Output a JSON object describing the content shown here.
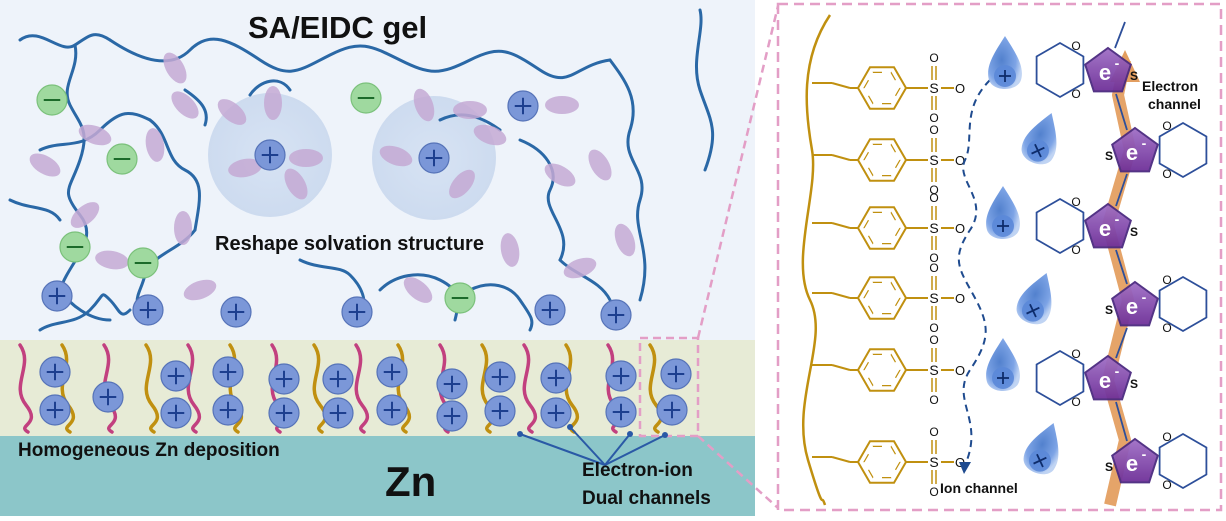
{
  "left_panel": {
    "title": "SA/EIDC gel",
    "solvation_label": "Reshape solvation structure",
    "deposition_label": "Homogeneous Zn deposition",
    "substrate_label": "Zn",
    "dual_channel_label_line1": "Electron-ion",
    "dual_channel_label_line2": "Dual channels"
  },
  "right_panel": {
    "electron_channel_line1": "Electron",
    "electron_channel_line2": "channel",
    "ion_channel_label": "Ion channel",
    "electron_symbol": "e",
    "electron_charge": "-",
    "sulfonate_s": "S",
    "sulfonate_o": "O",
    "thiophene_s": "S",
    "ring_o": "O"
  },
  "colors": {
    "gel_bg": "#eef3fa",
    "interface_band": "#e7ebd6",
    "zn_substrate": "#8cc6c9",
    "polymer_blue": "#2a68a6",
    "pink_chain": "#c2407f",
    "gold_chain": "#c09010",
    "cation": "#7b97d8",
    "anion": "#9fd99f",
    "solvent": "#c4a9d3",
    "dashed_frame": "#e39ec6",
    "pedot_purple": "#8e4cb5",
    "electron_arrow": "#e0944f"
  },
  "icons": [
    "cation-plus-icon",
    "anion-minus-icon",
    "solvent-molecule-icon",
    "hydrated-zn-ion-icon",
    "electron-icon"
  ]
}
